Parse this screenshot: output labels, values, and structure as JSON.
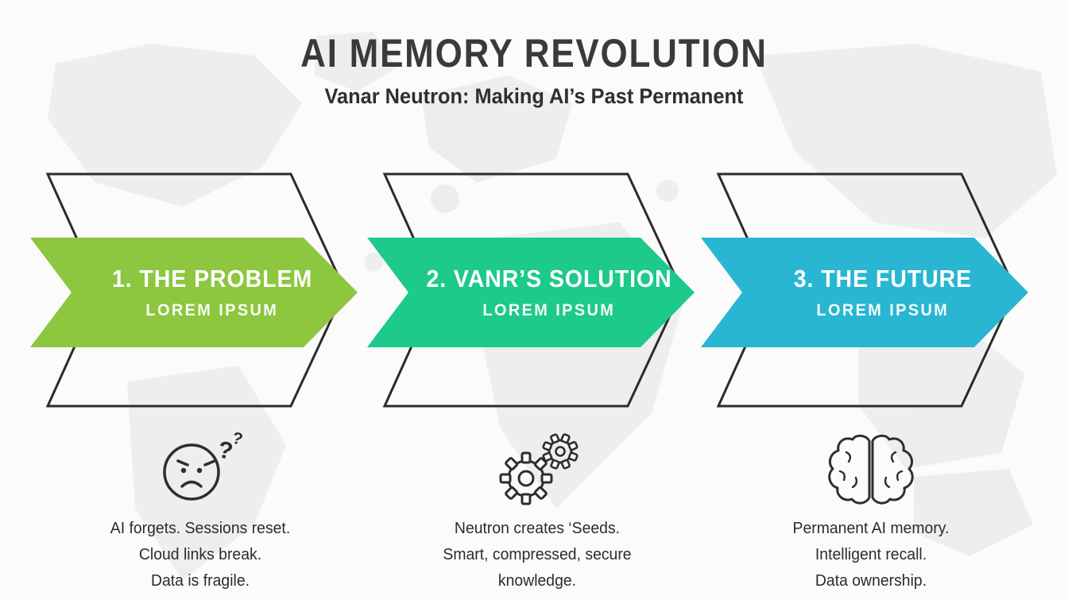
{
  "header": {
    "title": "AI MEMORY REVOLUTION",
    "subtitle": "Vanar Neutron: Making AI’s Past Permanent"
  },
  "colors": {
    "background": "#fbfbfb",
    "outline": "#2b2b2b",
    "text": "#2c2c2c"
  },
  "steps": [
    {
      "label": "1. THE PROBLEM",
      "sublabel": "LOREM IPSUM",
      "color": "#8dc63f",
      "icon": "sad-face-icon",
      "desc": [
        "AI forgets. Sessions reset.",
        "Cloud links break.",
        "Data is fragile."
      ]
    },
    {
      "label": "2. VANR’S SOLUTION",
      "sublabel": "LOREM IPSUM",
      "color": "#1dc98b",
      "icon": "gears-icon",
      "desc": [
        "Neutron creates ‘Seeds.",
        "Smart, compressed, secure",
        "knowledge."
      ]
    },
    {
      "label": "3. THE FUTURE",
      "sublabel": "LOREM IPSUM",
      "color": "#29b6d2",
      "icon": "brain-icon",
      "desc": [
        "Permanent AI memory.",
        "Intelligent recall.",
        "Data ownership."
      ]
    }
  ]
}
